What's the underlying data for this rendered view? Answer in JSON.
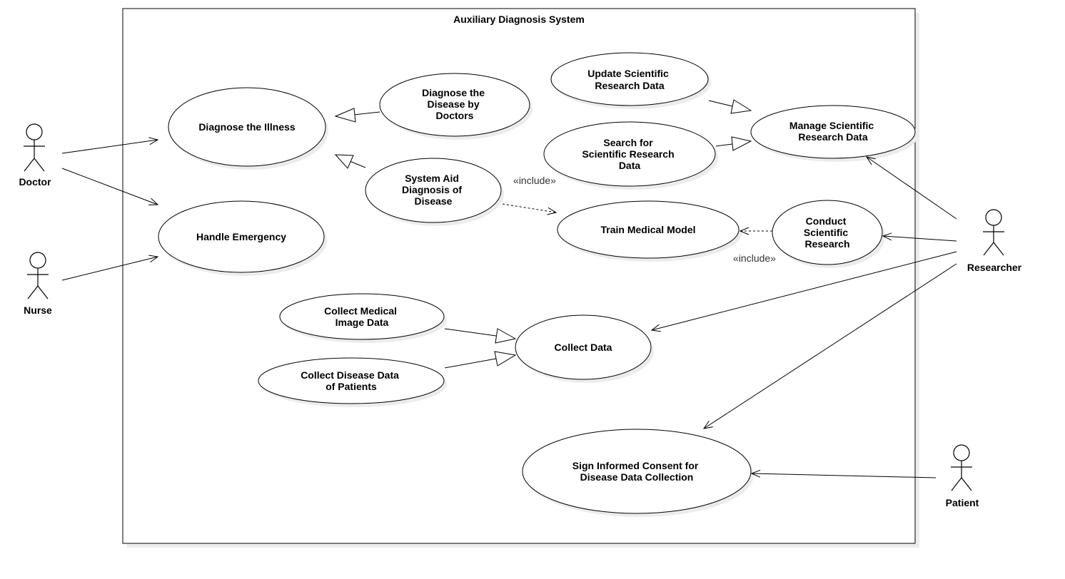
{
  "system": {
    "title": "Auxiliary Diagnosis System"
  },
  "actors": {
    "doctor": "Doctor",
    "nurse": "Nurse",
    "researcher": "Researcher",
    "patient": "Patient"
  },
  "use_cases": {
    "diagnose_illness": [
      "Diagnose the Illness"
    ],
    "diagnose_by_doctors": [
      "Diagnose the",
      "Disease by",
      "Doctors"
    ],
    "system_aid": [
      "System Aid",
      "Diagnosis of",
      "Disease"
    ],
    "handle_emergency": [
      "Handle Emergency"
    ],
    "update_research": [
      "Update Scientific",
      "Research Data"
    ],
    "search_research": [
      "Search for",
      "Scientific Research",
      "Data"
    ],
    "manage_research": [
      "Manage Scientific",
      "Research Data"
    ],
    "train_model": [
      "Train Medical Model"
    ],
    "conduct_research": [
      "Conduct",
      "Scientific",
      "Research"
    ],
    "collect_image": [
      "Collect Medical",
      "Image Data"
    ],
    "collect_disease": [
      "Collect Disease Data",
      "of Patients"
    ],
    "collect_data": [
      "Collect Data"
    ],
    "sign_consent": [
      "Sign Informed Consent for",
      "Disease Data Collection"
    ]
  },
  "stereotypes": {
    "include_train": "«include»",
    "include_conduct": "«include»"
  }
}
